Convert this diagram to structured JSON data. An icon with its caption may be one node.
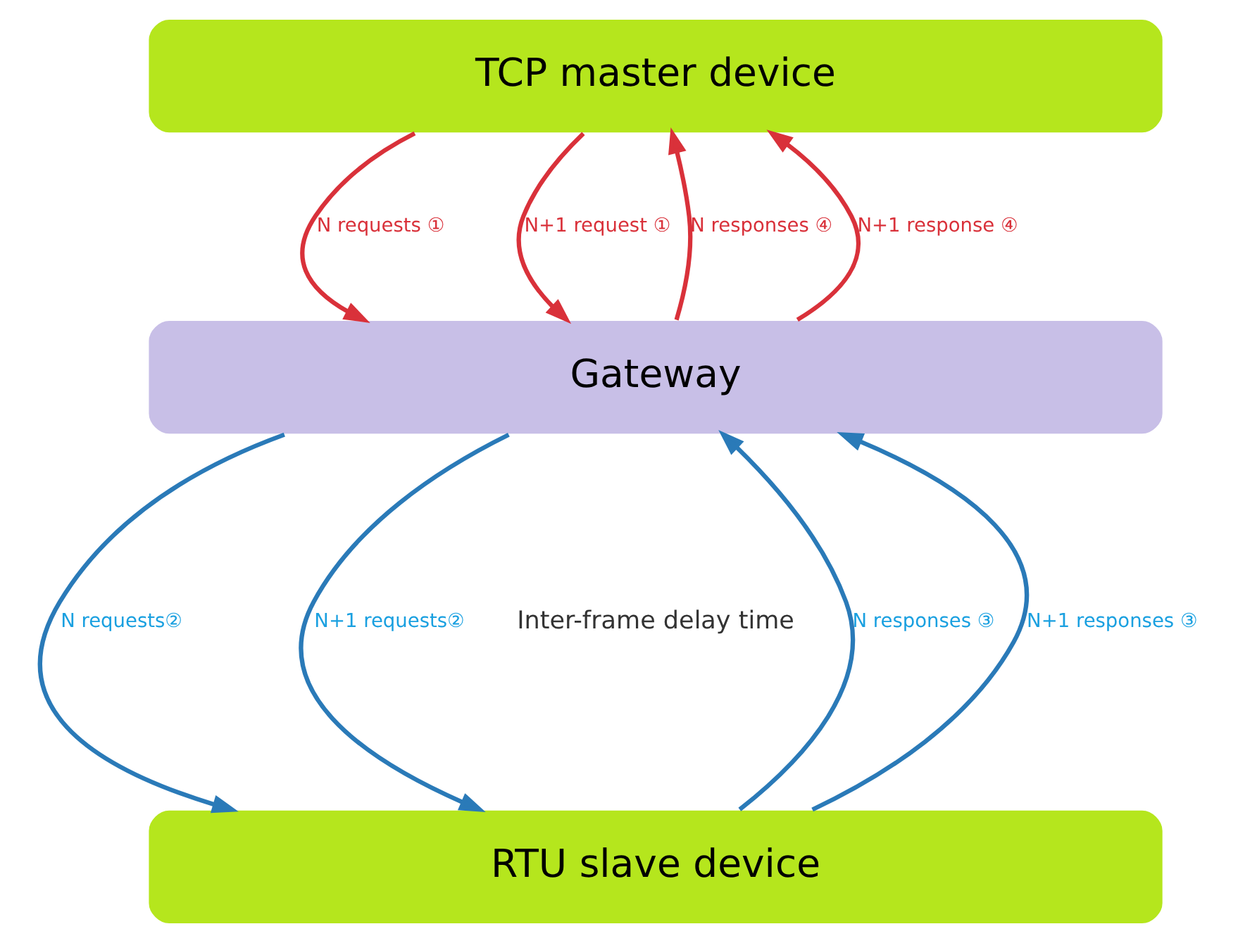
{
  "diagram": {
    "nodes": [
      {
        "text": [
          "TCP master device"
        ]
      },
      {
        "text": [
          "Gateway"
        ]
      },
      {
        "text": [
          "RTU slave device"
        ]
      }
    ],
    "edges": [
      {
        "from": 0,
        "to": 1,
        "arrow": "to",
        "label": "N requests ①",
        "color": "#d9313a"
      },
      {
        "from": 1,
        "to": 0,
        "arrow": "to",
        "label": "N responses ④",
        "color": "#d9313a"
      },
      {
        "from": 0,
        "to": 1,
        "arrow": "to",
        "label": "N+1 request ①",
        "color": "#d9313a"
      },
      {
        "from": 1,
        "to": 0,
        "arrow": "to",
        "label": "N+1 response ④",
        "color": "#d9313a"
      },
      {
        "from": 1,
        "to": 2,
        "arrow": "to",
        "label": "N requests②",
        "color": "#2a7ab8"
      },
      {
        "from": 2,
        "to": 1,
        "arrow": "to",
        "label": "N responses ③",
        "color": "#2a7ab8"
      },
      {
        "from": 1,
        "to": 2,
        "arrow": "to",
        "label": "N+1 requests②",
        "color": "#2a7ab8"
      },
      {
        "from": 2,
        "to": 1,
        "arrow": "to",
        "label": "N+1 responses ③",
        "color": "#2a7ab8"
      }
    ],
    "labels": [
      "Inter-frame delay time"
    ]
  }
}
